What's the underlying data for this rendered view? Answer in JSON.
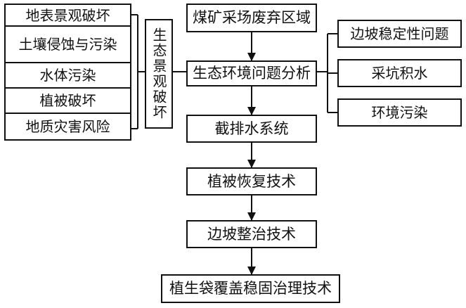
{
  "nodes": {
    "top": "煤矿采场废弃区域",
    "analysis": "生态环境问题分析",
    "drainage": "截排水系统",
    "vegetation_restore": "植被恢复技术",
    "slope_treatment": "边坡整治技术",
    "bag_cover": "植生袋覆盖稳固治理技术",
    "eco_landscape": "生态景观破坏",
    "left_items": [
      "地表景观破坏",
      "土壤侵蚀与污染",
      "水体污染",
      "植被破坏",
      "地质灾害风险"
    ],
    "right_items": [
      "边坡稳定性问题",
      "采坑积水",
      "环境污染"
    ]
  },
  "colors": {
    "line": "#111111",
    "background": "#ffffff"
  }
}
